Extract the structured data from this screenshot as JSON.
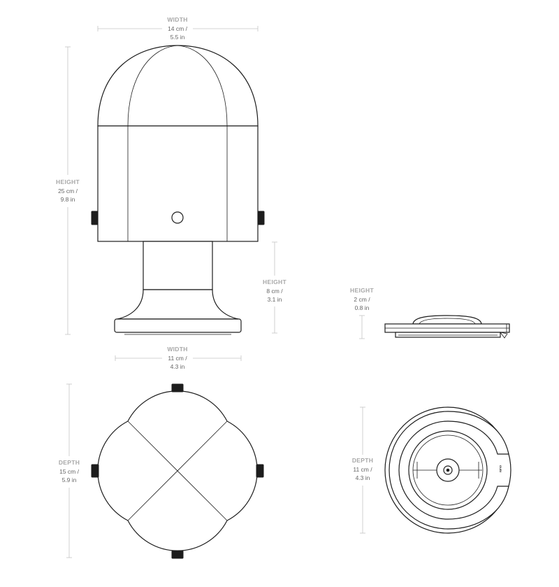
{
  "dimensions": {
    "top_width": {
      "title": "WIDTH",
      "metric": "14 cm /",
      "imperial": "5.5 in"
    },
    "height": {
      "title": "HEIGHT",
      "metric": "25 cm /",
      "imperial": "9.8 in"
    },
    "stem_height": {
      "title": "HEIGHT",
      "metric": "8 cm /",
      "imperial": "3.1 in"
    },
    "base_width": {
      "title": "WIDTH",
      "metric": "11 cm /",
      "imperial": "4.3 in"
    },
    "base_height": {
      "title": "HEIGHT",
      "metric": "2 cm /",
      "imperial": "0.8 in"
    },
    "top_depth": {
      "title": "DEPTH",
      "metric": "15 cm /",
      "imperial": "5.9 in"
    },
    "base_depth": {
      "title": "DEPTH",
      "metric": "11 cm /",
      "imperial": "4.3 in"
    }
  },
  "base_label": "GUBI",
  "colors": {
    "line": "#1d1d1d",
    "dimension_line": "#c4c4c4",
    "dimension_title": "#a8a8a8",
    "dimension_value": "#666666"
  }
}
